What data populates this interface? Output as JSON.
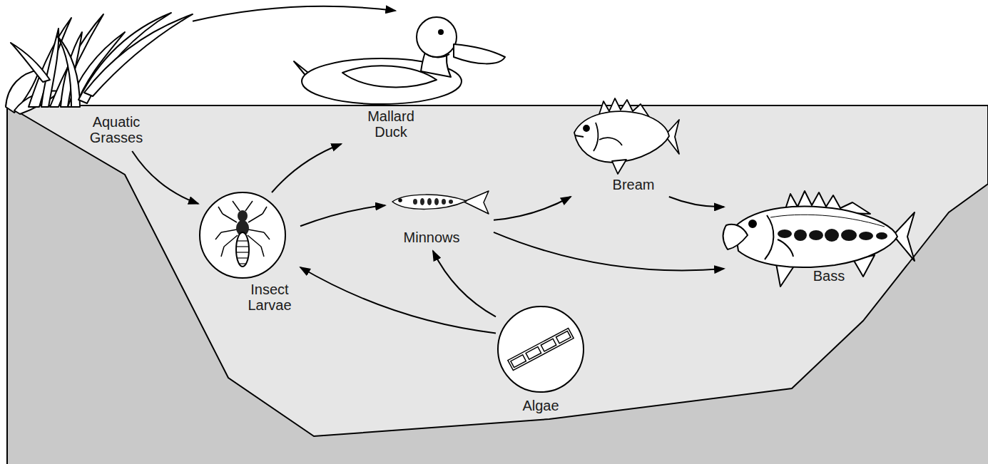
{
  "diagram": {
    "nodes": [
      {
        "text": [
          "Aquatic Grasses"
        ]
      },
      {
        "text": [
          "Mallard Duck"
        ]
      },
      {
        "text": [
          "Insect Larvae"
        ]
      },
      {
        "text": [
          "Minnows"
        ]
      },
      {
        "text": [
          "Bream"
        ]
      },
      {
        "text": [
          "Bass"
        ]
      },
      {
        "text": [
          "Algae"
        ]
      }
    ],
    "edges": [
      {
        "from": 0,
        "to": 1,
        "arrow": "to"
      },
      {
        "from": 0,
        "to": 2,
        "arrow": "to"
      },
      {
        "from": 2,
        "to": 1,
        "arrow": "to"
      },
      {
        "from": 2,
        "to": 3,
        "arrow": "to"
      },
      {
        "from": 3,
        "to": 4,
        "arrow": "to"
      },
      {
        "from": 3,
        "to": 5,
        "arrow": "to"
      },
      {
        "from": 4,
        "to": 5,
        "arrow": "to"
      },
      {
        "from": 6,
        "to": 2,
        "arrow": "to"
      },
      {
        "from": 6,
        "to": 3,
        "arrow": "to"
      }
    ]
  }
}
